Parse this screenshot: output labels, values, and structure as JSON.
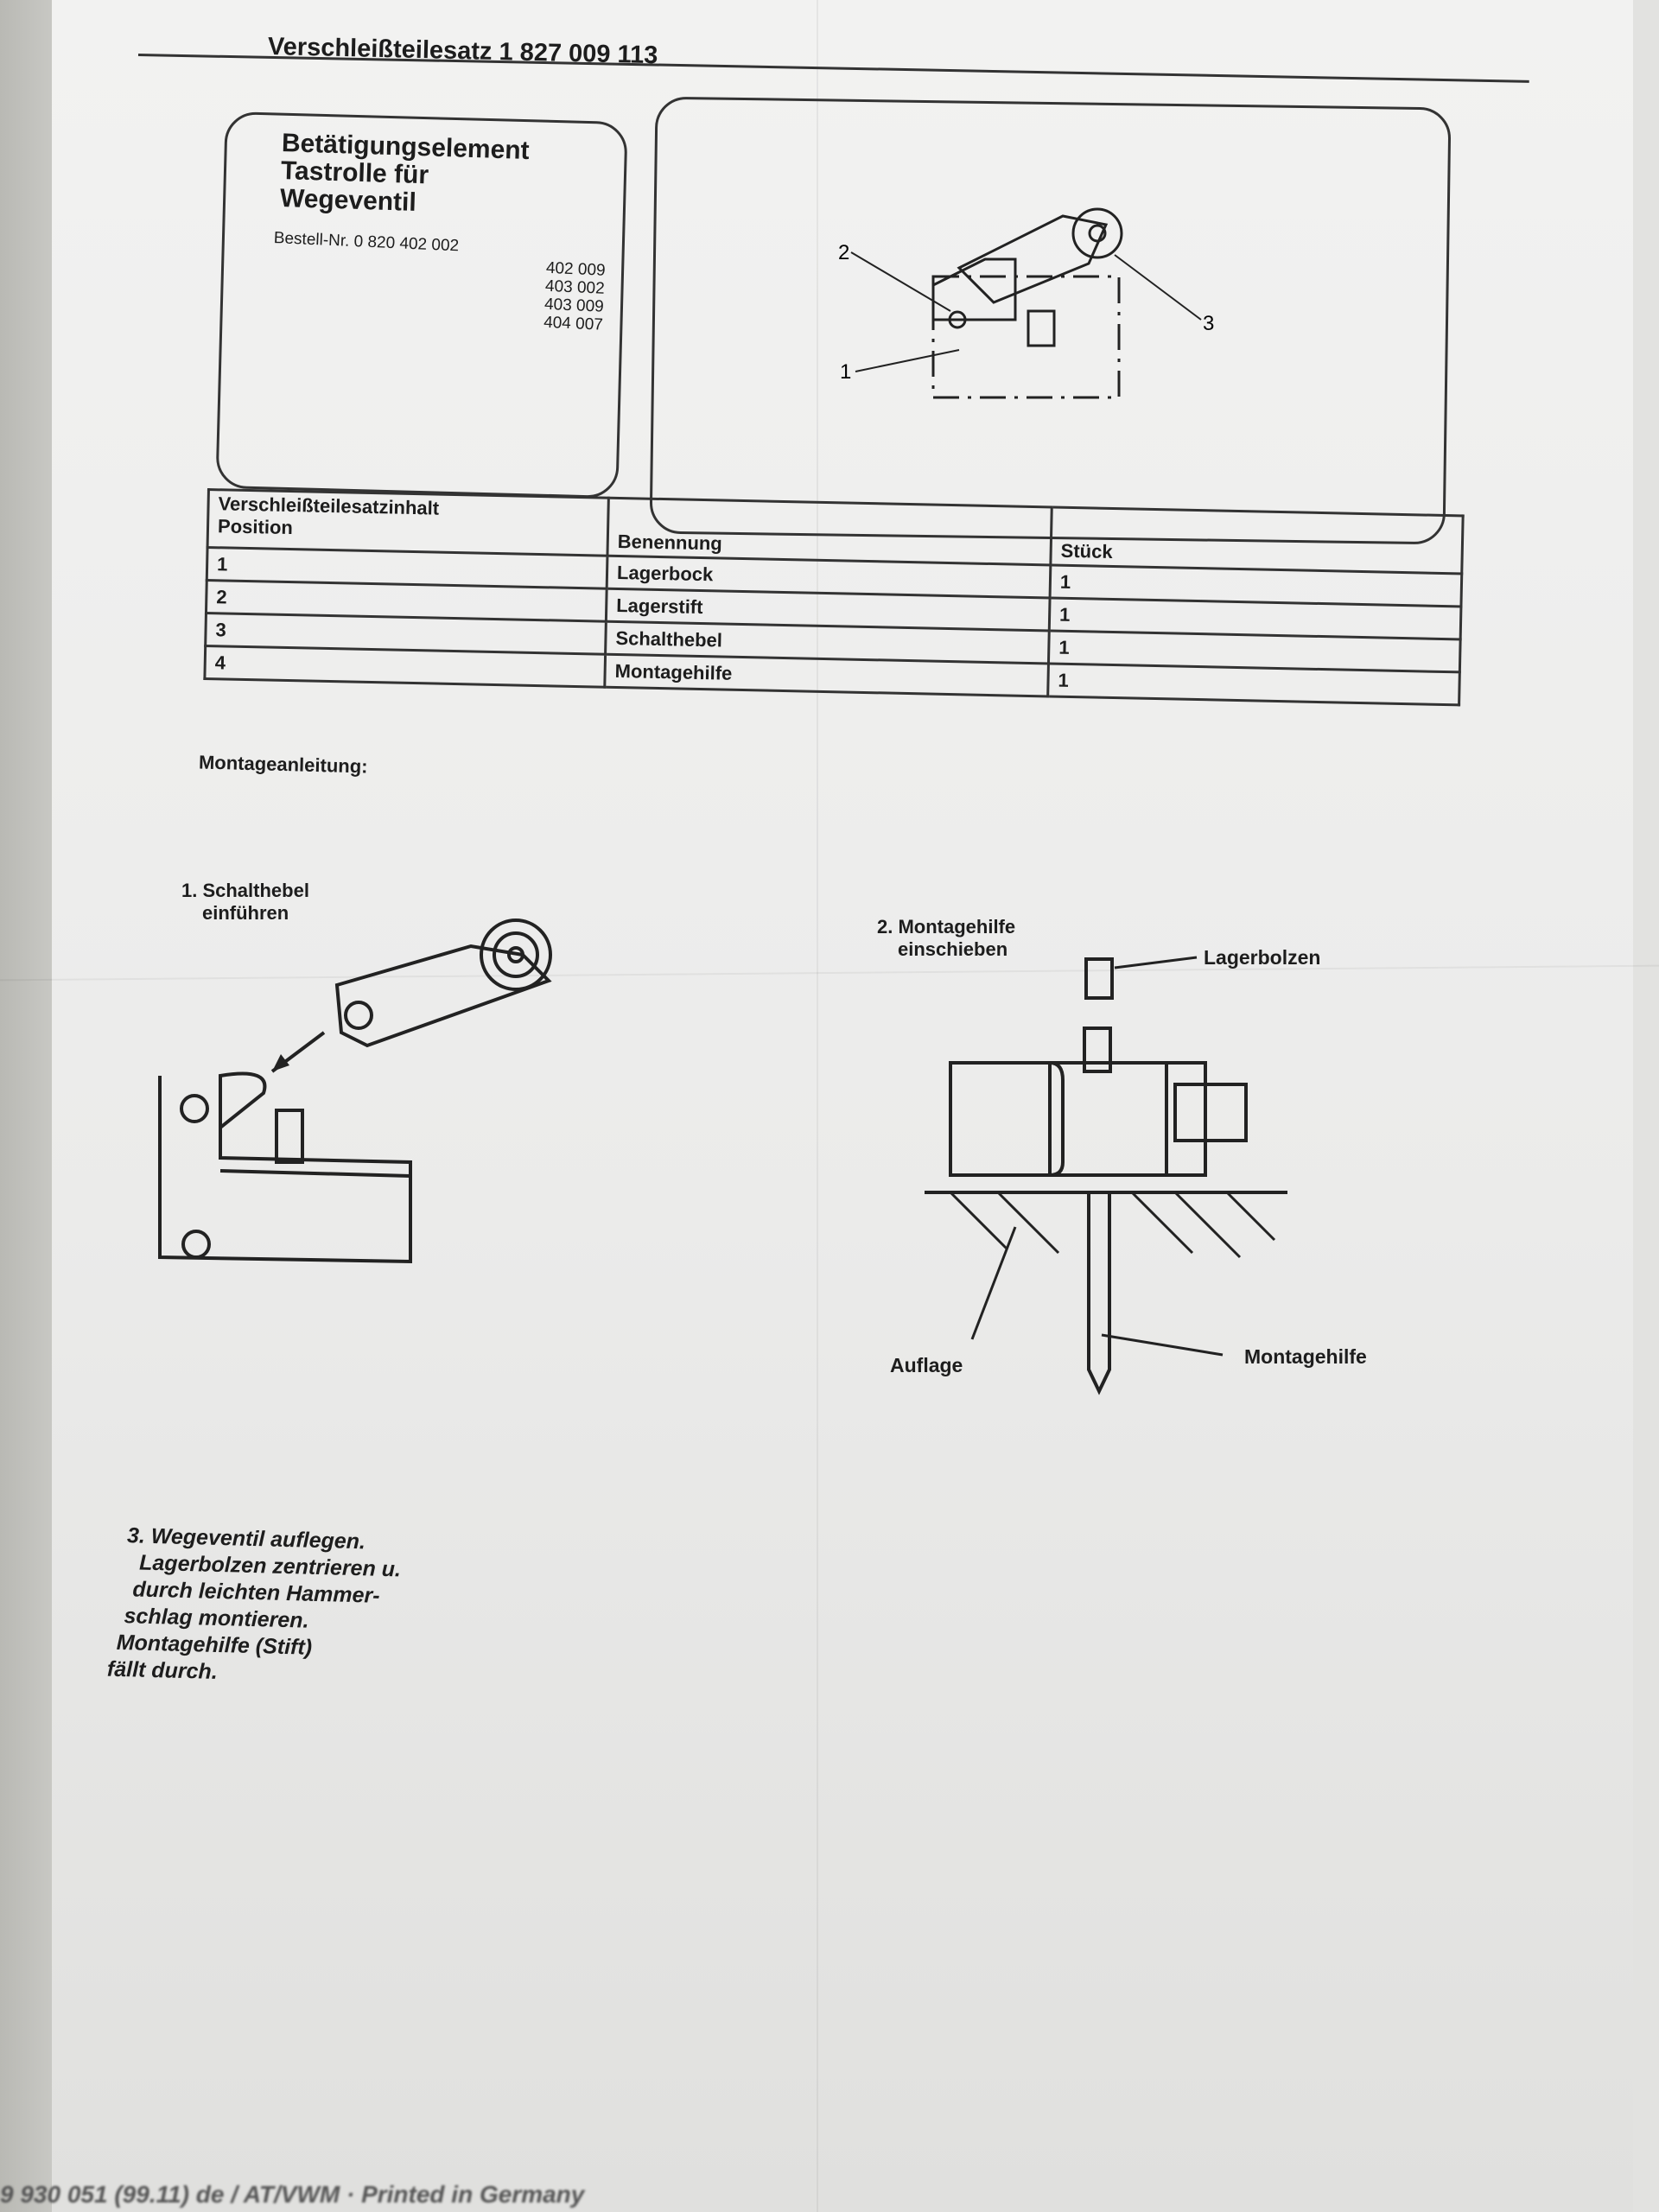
{
  "document": {
    "title": "Verschleißteilesatz 1 827 009 113",
    "product": {
      "lines": [
        "Betätigungselement",
        "Tastrolle für",
        "Wegeventil"
      ],
      "order_label": "Bestell-Nr. 0 820 402 002",
      "order_numbers": [
        "402 009",
        "403 002",
        "403 009",
        "404 007"
      ]
    },
    "diagram_callouts": [
      "1",
      "2",
      "3"
    ],
    "parts_table": {
      "caption": "Verschleißteilesatzinhalt",
      "headers": [
        "Position",
        "Benennung",
        "Stück"
      ],
      "rows": [
        {
          "position": "1",
          "name": "Lagerbock",
          "qty": "1"
        },
        {
          "position": "2",
          "name": "Lagerstift",
          "qty": "1"
        },
        {
          "position": "3",
          "name": "Schalthebel",
          "qty": "1"
        },
        {
          "position": "4",
          "name": "Montagehilfe",
          "qty": "1"
        }
      ]
    },
    "instructions": {
      "heading": "Montageanleitung:",
      "step1": [
        "1. Schalthebel",
        "einführen"
      ],
      "step2": [
        "2. Montagehilfe",
        "einschieben"
      ],
      "step2_labels": {
        "pin": "Lagerbolzen",
        "support": "Auflage",
        "tool": "Montagehilfe"
      },
      "step3": [
        "3. Wegeventil auflegen.",
        "Lagerbolzen zentrieren u.",
        "durch leichten Hammer-",
        "schlag montieren.",
        "Montagehilfe (Stift)",
        "fällt durch."
      ]
    },
    "footer": "9 930 051 (99.11) de / AT/VWM · Printed in Germany"
  }
}
